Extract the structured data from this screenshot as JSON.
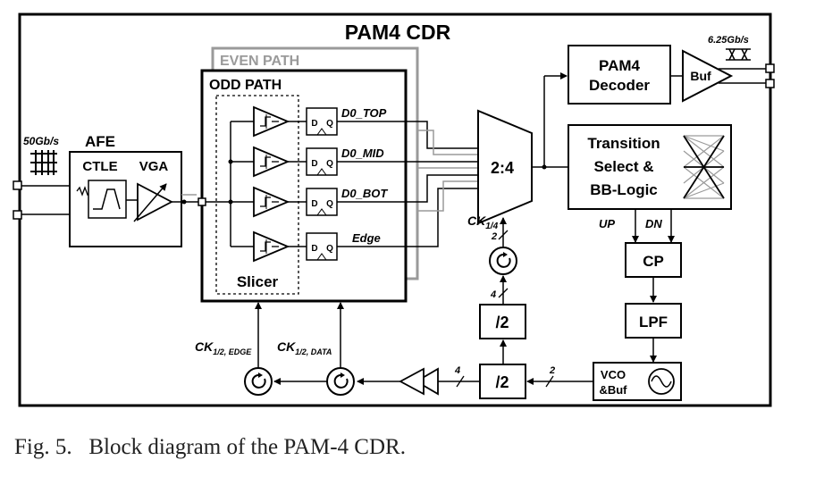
{
  "title": "PAM4 CDR",
  "afe": {
    "title": "AFE",
    "ctle": "CTLE",
    "vga": "VGA",
    "input_rate": "50Gb/s"
  },
  "even_path": "EVEN PATH",
  "odd_path": "ODD PATH",
  "slicer": "Slicer",
  "flipflop": {
    "d": "D",
    "q": "Q"
  },
  "outputs": {
    "top": "D0_TOP",
    "mid": "D0_MID",
    "bot": "D0_BOT",
    "edge": "Edge"
  },
  "mux": "2:4",
  "ck14": {
    "main": "CK",
    "sub": "1/4"
  },
  "bus": {
    "two": "2",
    "four": "4"
  },
  "pam4_decoder": {
    "line1": "PAM4",
    "line2": "Decoder"
  },
  "buf": "Buf",
  "output_rate": "6.25Gb/s",
  "transition": {
    "line1": "Transition",
    "line2": "Select &",
    "line3": "BB-Logic"
  },
  "up": "UP",
  "dn": "DN",
  "cp": "CP",
  "lpf": "LPF",
  "vco": {
    "line1": "VCO",
    "line2": "&Buf"
  },
  "div": "/2",
  "ck12_edge": {
    "main": "CK",
    "sub": "1/2, EDGE"
  },
  "ck12_data": {
    "main": "CK",
    "sub": "1/2, DATA"
  },
  "caption": "Fig. 5.   Block diagram of the PAM-4 CDR."
}
